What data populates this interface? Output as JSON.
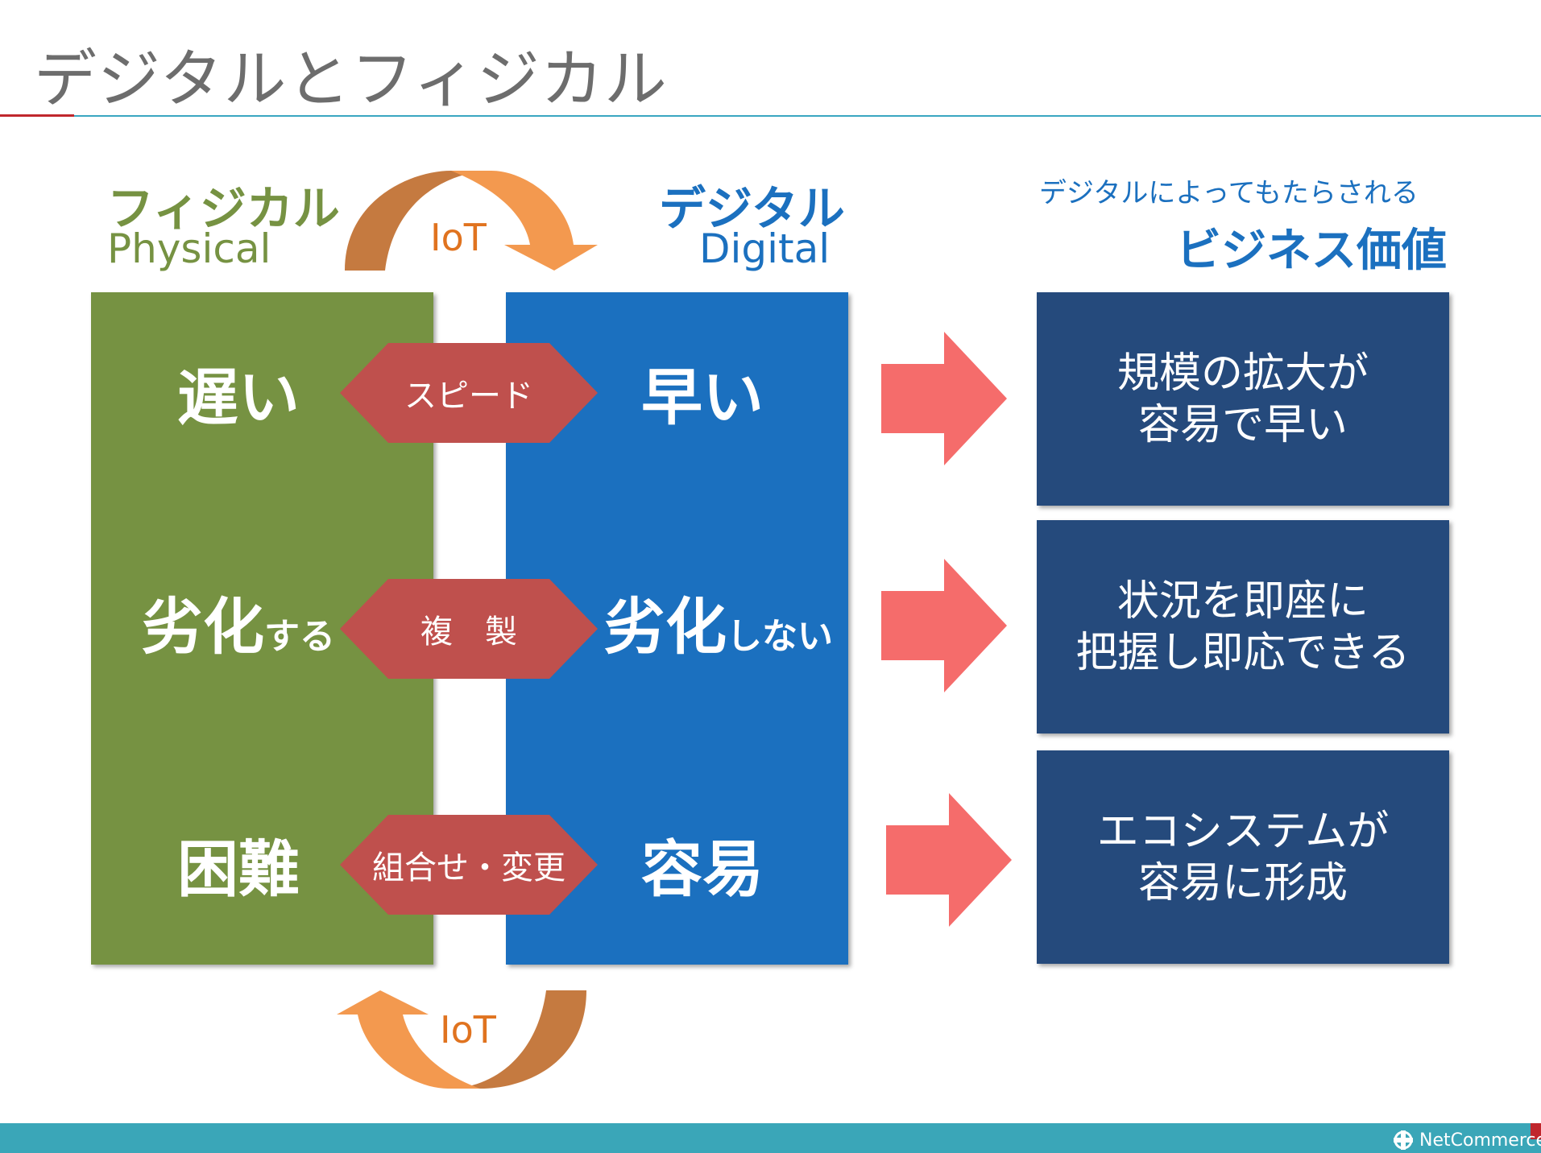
{
  "page": {
    "title": "デジタルとフィジカル"
  },
  "physical": {
    "title_jp": "フィジカル",
    "title_en": "Physical",
    "color": "#769242",
    "rows": [
      {
        "main": "遅い",
        "suffix": ""
      },
      {
        "main": "劣化",
        "suffix": "する"
      },
      {
        "main": "困難",
        "suffix": ""
      }
    ]
  },
  "digital": {
    "title_jp": "デジタル",
    "title_en": "Digital",
    "color": "#1b70bf",
    "rows": [
      {
        "main": "早い",
        "suffix": ""
      },
      {
        "main": "劣化",
        "suffix": "しない"
      },
      {
        "main": "容易",
        "suffix": ""
      }
    ]
  },
  "connectors": [
    {
      "label": "スピード"
    },
    {
      "label": "複　製"
    },
    {
      "label": "組合せ・変更"
    }
  ],
  "connector_color": "#bf504d",
  "iot": {
    "top_label": "IoT",
    "bottom_label": "IoT",
    "color_dark": "#c57a40",
    "color_light": "#f3994f"
  },
  "business_value": {
    "subtitle": "デジタルによってもたらされる",
    "title": "ビジネス価値",
    "color": "#254a7c",
    "arrow_color": "#f56c6b",
    "items": [
      {
        "line1": "規模の拡大が",
        "line2": "容易で早い"
      },
      {
        "line1": "状況を即座に",
        "line2": "把握し即応できる"
      },
      {
        "line1": "エコシステムが",
        "line2": "容易に形成"
      }
    ]
  },
  "footer": {
    "logo_text": "NetCommerce"
  }
}
